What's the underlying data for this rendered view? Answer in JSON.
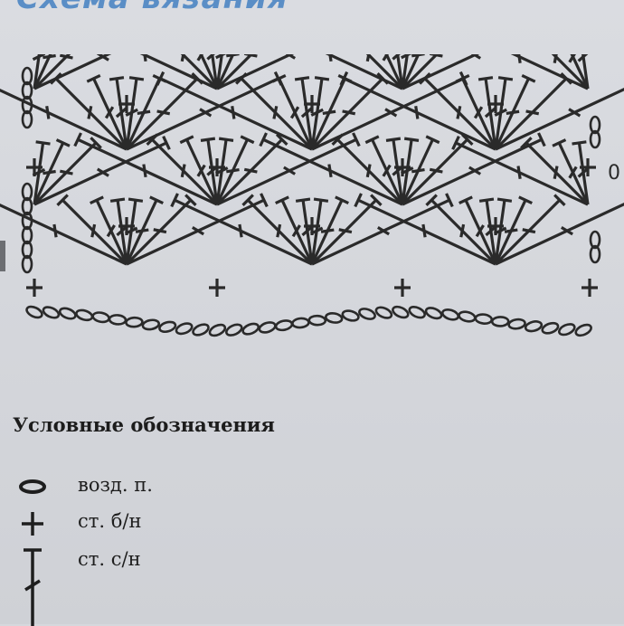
{
  "page": {
    "title": "Схема вязания"
  },
  "chart": {
    "row_number": "0",
    "symbol_color": "#2a2a2a"
  },
  "legend": {
    "title": "Условные обозначения",
    "items": [
      {
        "symbol": "chain-stitch-icon",
        "label": "возд. п."
      },
      {
        "symbol": "single-crochet-icon",
        "label": "ст. б/н"
      },
      {
        "symbol": "double-crochet-icon",
        "label": "ст. с/н"
      }
    ]
  }
}
